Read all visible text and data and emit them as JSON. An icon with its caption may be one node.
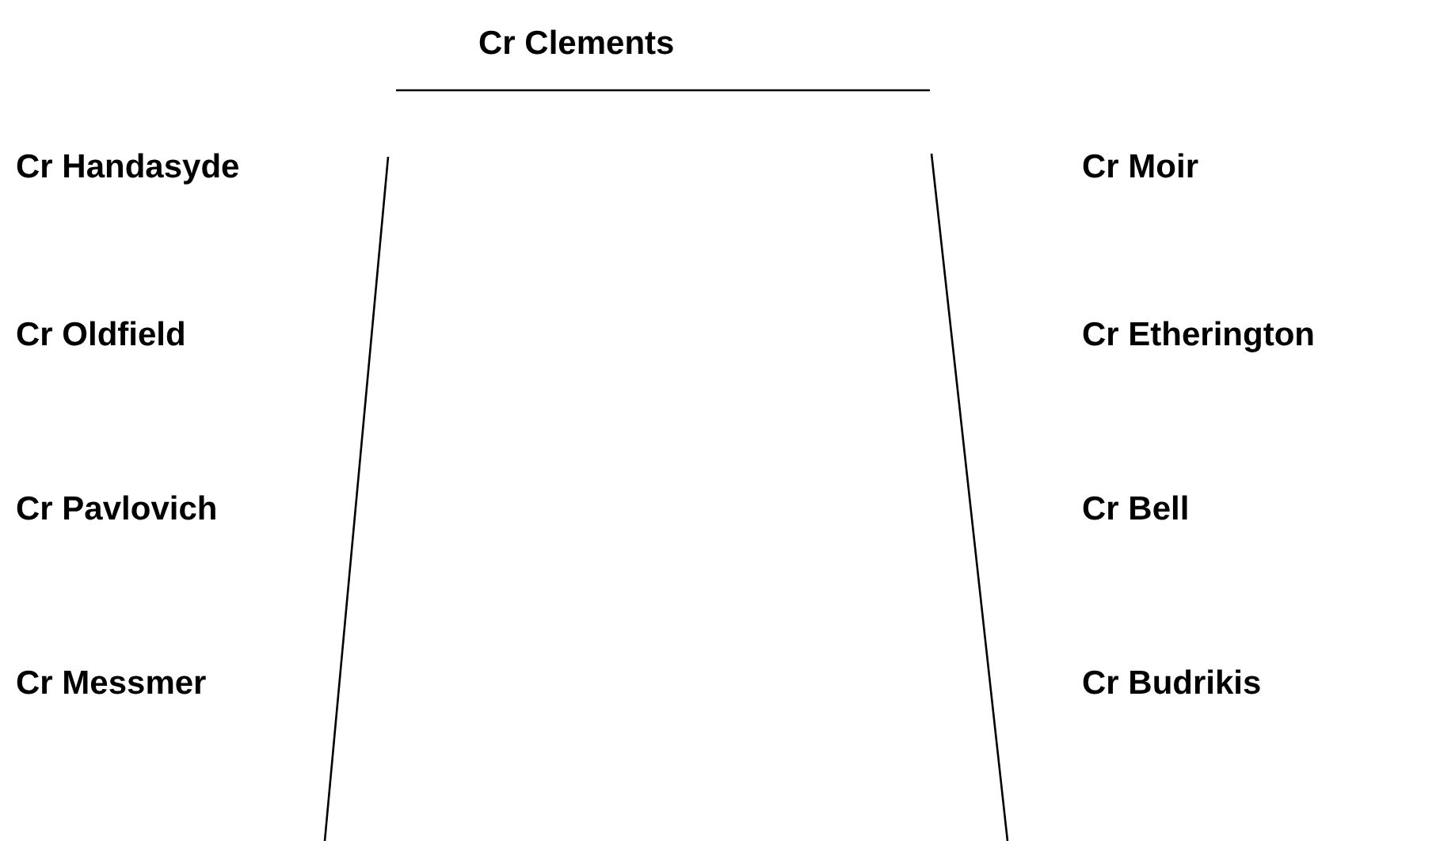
{
  "diagram": {
    "labels": [
      "Cr Clements",
      "Cr Handasyde",
      "Cr Moir",
      "Cr Oldfield",
      "Cr Etherington",
      "Cr Pavlovich",
      "Cr Bell",
      "Cr Messmer",
      "Cr Budrikis"
    ]
  }
}
